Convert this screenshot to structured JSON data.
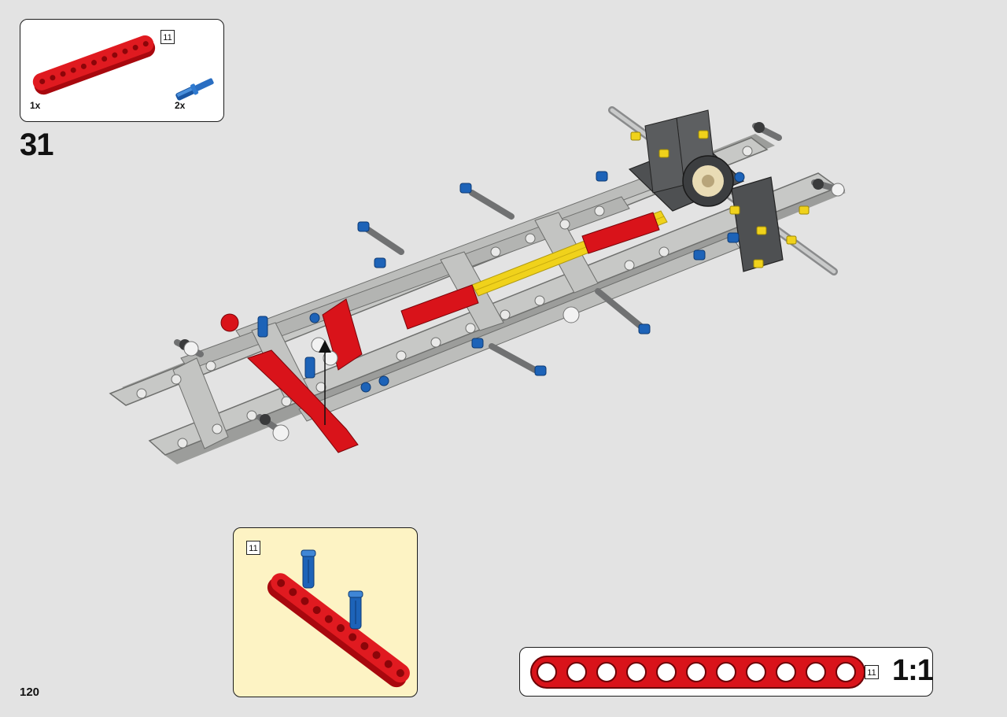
{
  "step": {
    "number": "31"
  },
  "page": {
    "number": "120"
  },
  "parts_list": {
    "items": [
      {
        "part": "red-technic-beam-11",
        "quantity": "1x",
        "length": "11",
        "color": "#d9131a"
      },
      {
        "part": "blue-technic-axle-pin",
        "quantity": "2x",
        "color": "#1d63b8"
      }
    ]
  },
  "callout": {
    "length": "11"
  },
  "scale": {
    "length": "11",
    "ratio": "1:1"
  },
  "colors": {
    "background": "#e3e3e3",
    "callout_background": "#fdf3c4",
    "beam_red": "#d9131a",
    "beam_gray": "#b8b9b6",
    "pin_blue": "#1d63b8",
    "axle_yellow": "#f0d21b",
    "dark_gray": "#4e5052"
  }
}
